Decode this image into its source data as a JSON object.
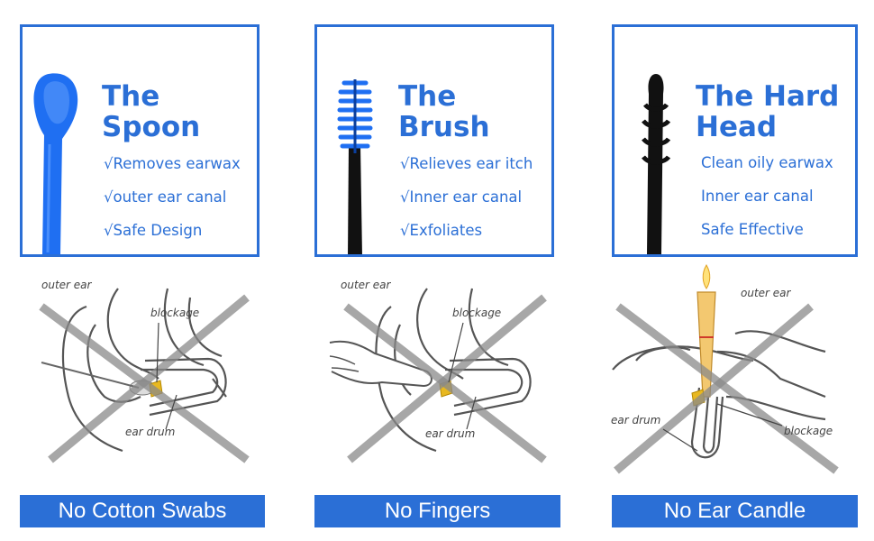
{
  "cards": [
    {
      "title_lines": [
        "The Spoon"
      ],
      "features": [
        "√Removes earwax",
        "√outer ear canal",
        "√Safe Design"
      ],
      "tool_icon": "spoon-tip-icon",
      "tool_color": "#1f6ff2"
    },
    {
      "title_lines": [
        "The Brush"
      ],
      "features": [
        "√Relieves ear itch",
        "√Inner ear canal",
        "√Exfoliates"
      ],
      "tool_icon": "brush-tip-icon",
      "tool_color": "#1f6ff2"
    },
    {
      "title_lines": [
        "The Hard",
        "Head"
      ],
      "features": [
        "Clean oily earwax",
        "Inner ear canal",
        "Safe Effective"
      ],
      "tool_icon": "spiral-tip-icon",
      "tool_color": "#111111"
    }
  ],
  "diagrams": [
    {
      "labels": [
        "outer ear",
        "blockage",
        "ear drum"
      ],
      "icon": "cotton-swab-ear-diagram"
    },
    {
      "labels": [
        "outer ear",
        "blockage",
        "ear drum"
      ],
      "icon": "finger-ear-diagram"
    },
    {
      "labels": [
        "outer ear",
        "ear drum",
        "blockage"
      ],
      "icon": "ear-candle-diagram"
    }
  ],
  "banners": [
    "No Cotton Swabs",
    "No Fingers",
    "No Ear Candle"
  ],
  "colors": {
    "accent": "#2b6fd6",
    "wax": "#e8b820",
    "cross": "#8a8a8a"
  }
}
